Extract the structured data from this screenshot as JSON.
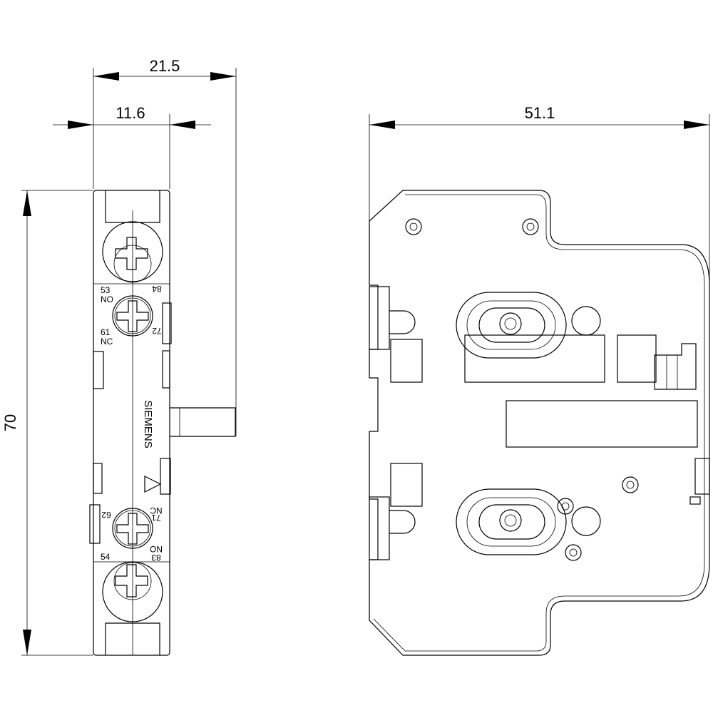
{
  "dimensions": {
    "overall_depth": "21.5",
    "body_depth": "11.6",
    "height": "70",
    "width": "51.1"
  },
  "terminals": {
    "t53": "53",
    "t53_type": "NO",
    "t61": "61",
    "t61_type": "NC",
    "t84": "84",
    "t72": "72",
    "t62": "62",
    "t71": "71",
    "t71_type": "NC",
    "t54": "54",
    "t83": "83",
    "t83_type": "NO"
  },
  "logo": "SIEMENS"
}
